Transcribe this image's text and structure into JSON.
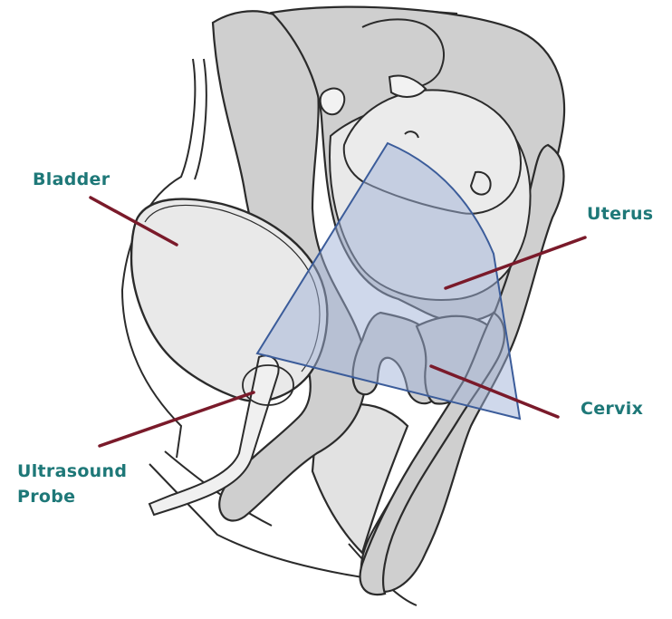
{
  "labels": {
    "bladder": "Bladder",
    "uterus": "Uterus",
    "cervix": "Cervix",
    "probe_line1": "Ultrasound",
    "probe_line2": "Probe"
  },
  "colors": {
    "label_text": "#1e7878",
    "leader_line": "#7a1a2a",
    "tissue_fill": "#cfcfcf",
    "cavity_fill": "#e9e9e9",
    "outline": "#2b2b2b",
    "ultrasound_beam_fill": "#9fb2d8",
    "ultrasound_beam_stroke": "#3b5c9a",
    "background": "#ffffff"
  }
}
